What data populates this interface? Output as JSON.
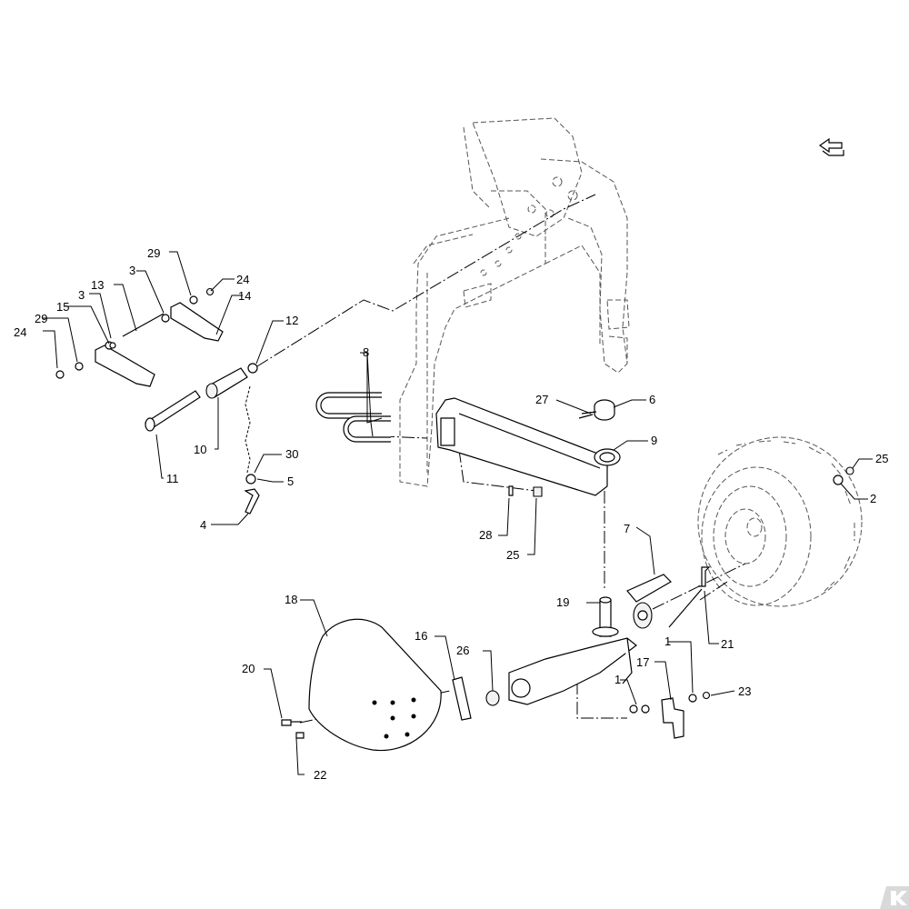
{
  "diagram": {
    "labels": [
      "1",
      "2",
      "3",
      "4",
      "5",
      "6",
      "7",
      "8",
      "9",
      "10",
      "11",
      "12",
      "13",
      "14",
      "15",
      "16",
      "17",
      "18",
      "19",
      "20",
      "21",
      "22",
      "23",
      "24",
      "25",
      "26",
      "27",
      "28",
      "29",
      "30"
    ],
    "icons": [
      "direction-arrow-icon",
      "brand-logo-icon"
    ]
  }
}
